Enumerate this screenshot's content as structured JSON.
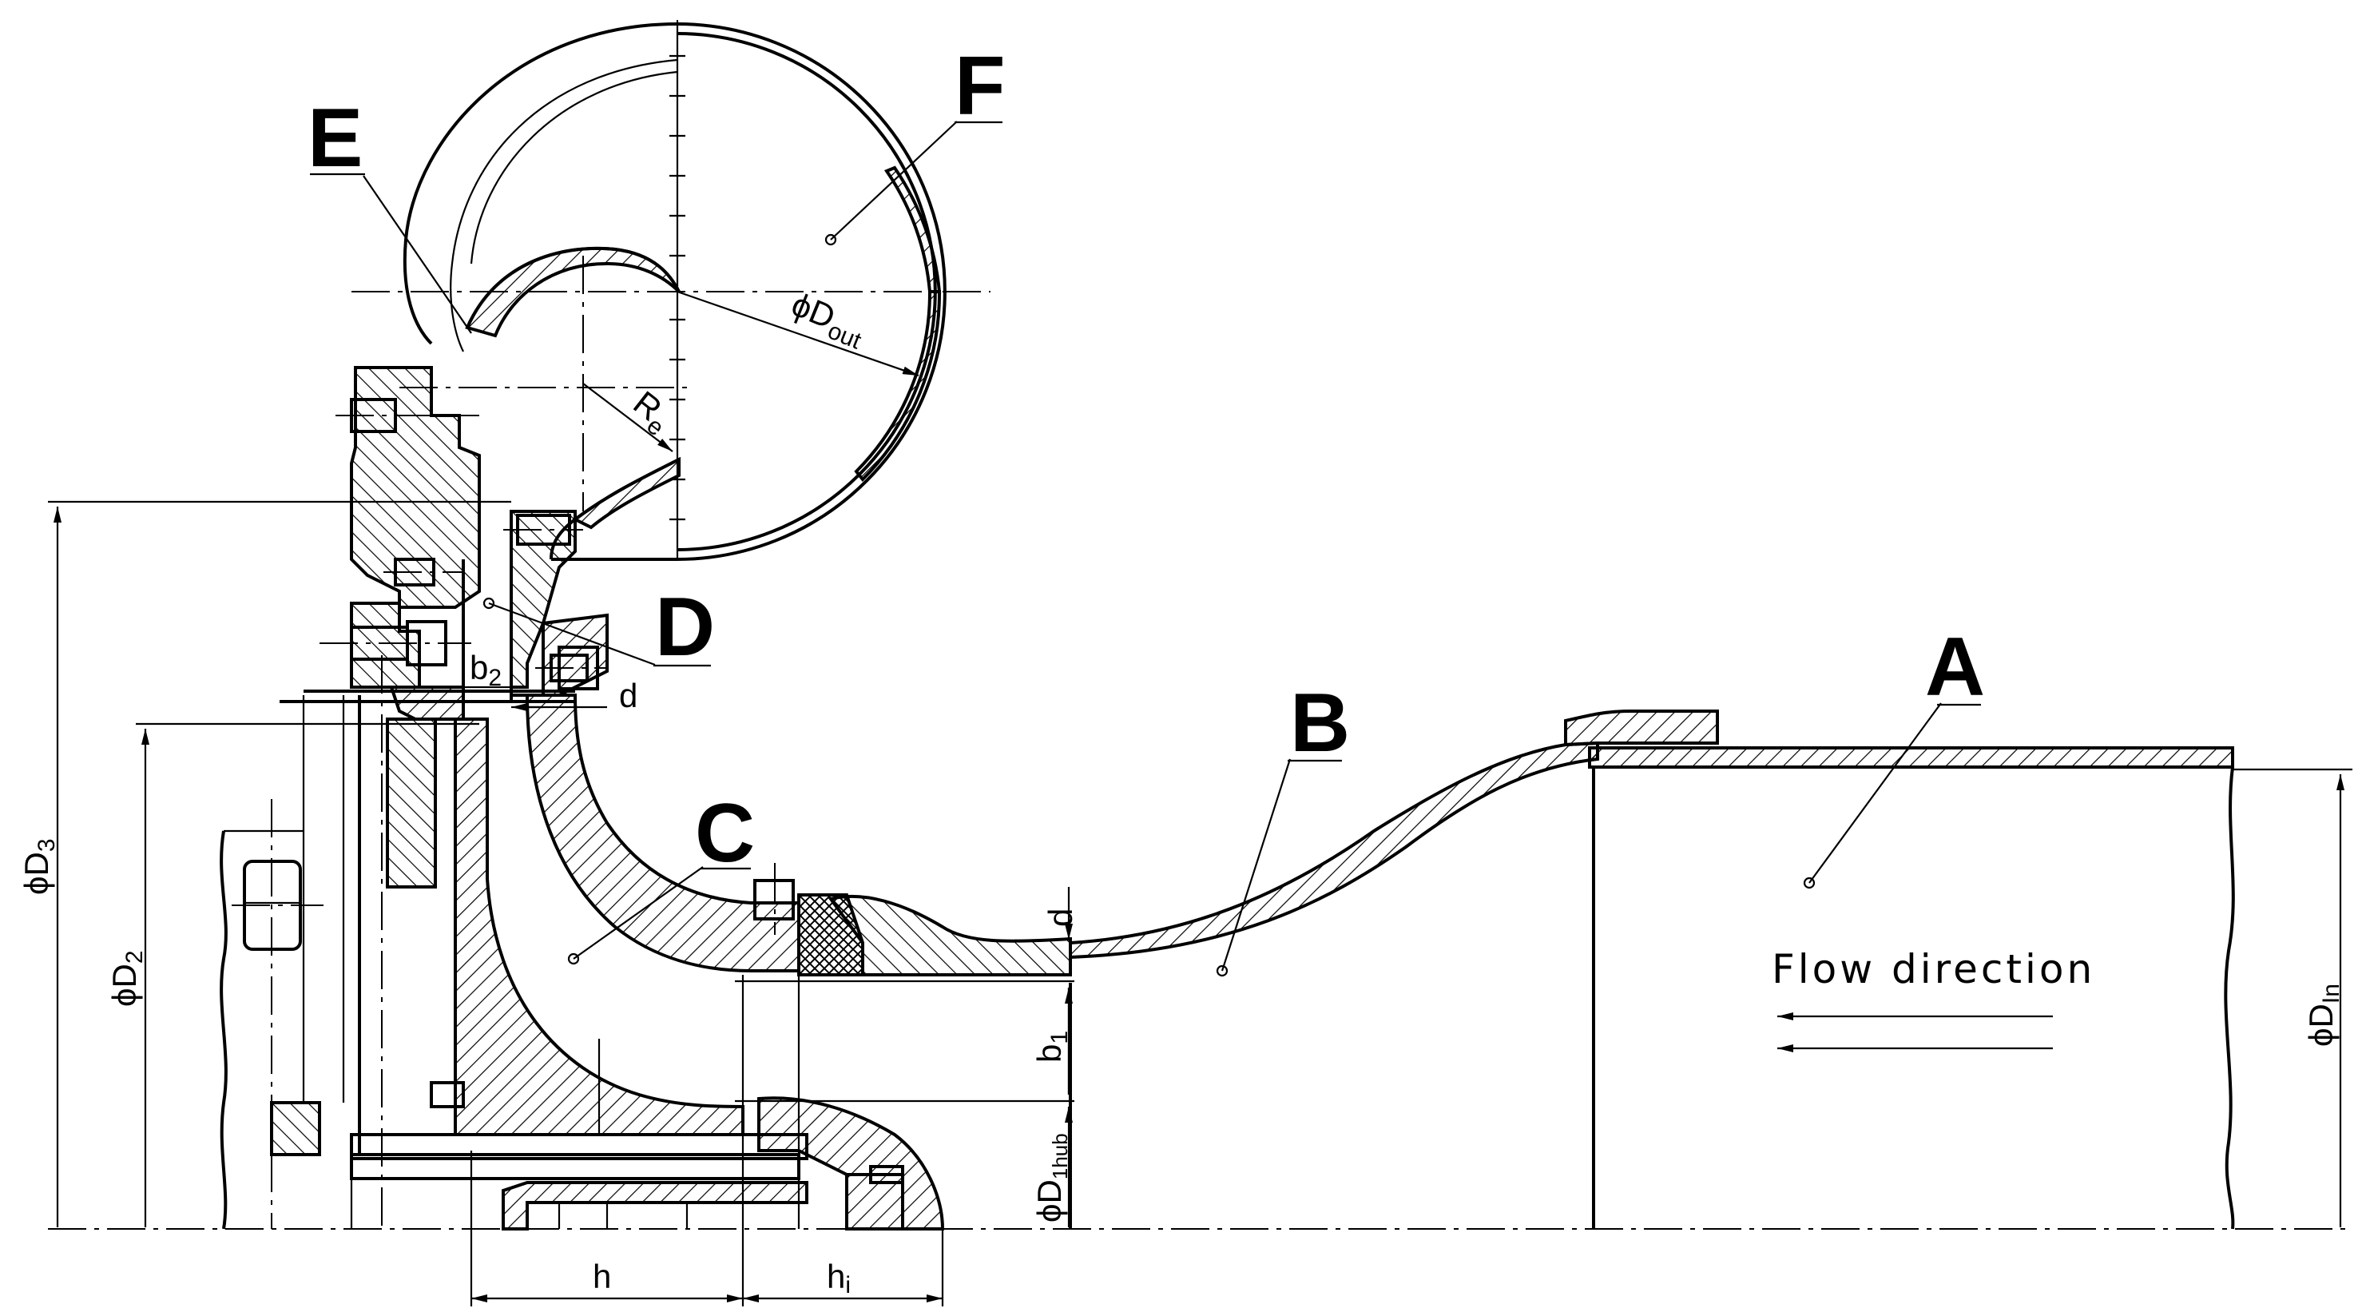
{
  "labels": {
    "A": "A",
    "B": "B",
    "C": "C",
    "D": "D",
    "E": "E",
    "F": "F"
  },
  "flow": {
    "text": "Flow direction"
  },
  "dimensions": {
    "d_out": "ϕD",
    "d_out_sub": "out",
    "r_e": "R",
    "r_e_sub": "e",
    "b2": "b",
    "b2_sub": "2",
    "d_gap": "d",
    "d_gap2": "d",
    "b1": "b",
    "b1_sub": "1",
    "d3": "ϕD",
    "d3_sub": "3",
    "d2": "ϕD",
    "d2_sub": "2",
    "d_in": "ϕD",
    "d_in_sub": "In",
    "d_hub": "ϕD",
    "d_hub_sub": "1hub",
    "h": "h",
    "h_i": "h",
    "h_i_sub": "i"
  }
}
